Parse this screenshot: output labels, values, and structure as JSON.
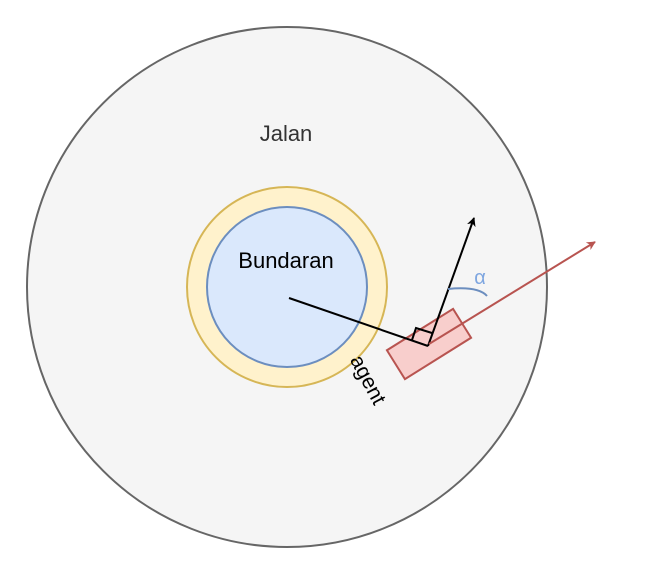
{
  "labels": {
    "road": "Jalan",
    "roundabout": "Bundaran",
    "agent": "agent",
    "angle": "α"
  },
  "colors": {
    "road_fill": "#f5f5f5",
    "road_stroke": "#666666",
    "ring_fill": "#fff2cc",
    "ring_stroke": "#d6b656",
    "center_fill": "#dae8fc",
    "center_stroke": "#6c8ebf",
    "agent_fill": "#f8cecc",
    "agent_stroke": "#b85450",
    "heading_arrow": "#b85450",
    "angle_arc": "#6c8ebf",
    "vector": "#000000"
  }
}
